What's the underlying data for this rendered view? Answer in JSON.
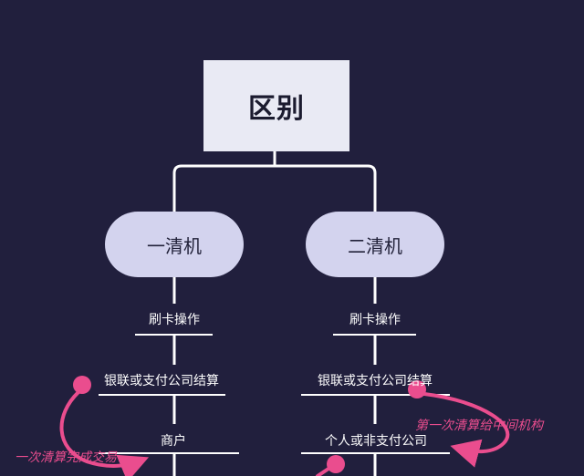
{
  "root": {
    "title": "区别"
  },
  "branches": [
    {
      "title": "一清机",
      "steps": [
        "刷卡操作",
        "银联或支付公司结算",
        "商户"
      ]
    },
    {
      "title": "二清机",
      "steps": [
        "刷卡操作",
        "银联或支付公司结算",
        "个人或非支付公司"
      ]
    }
  ],
  "annotations": {
    "left": "一次清算完成交易",
    "right": "第一次清算给中间机构"
  },
  "colors": {
    "background": "#211f3d",
    "root_box": "#e9eaf4",
    "pill": "#d3d3ee",
    "connector": "#ffffff",
    "annotation": "#ea4d8e"
  }
}
